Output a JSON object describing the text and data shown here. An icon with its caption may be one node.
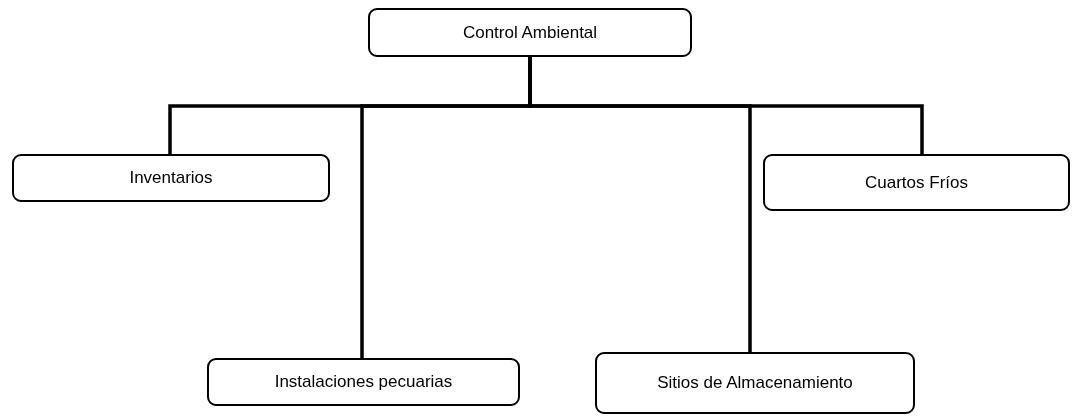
{
  "diagram": {
    "nodes": [
      {
        "text": [
          "Control Ambiental"
        ]
      },
      {
        "text": [
          "Inventarios"
        ]
      },
      {
        "text": [
          "Instalaciones pecuarias"
        ]
      },
      {
        "text": [
          "Sitios de Almacenamiento"
        ]
      },
      {
        "text": [
          "Cuartos Fríos"
        ]
      }
    ],
    "edges": [
      {
        "from": 0,
        "to": 1,
        "arrow": "none"
      },
      {
        "from": 0,
        "to": 2,
        "arrow": "none"
      },
      {
        "from": 0,
        "to": 3,
        "arrow": "none"
      },
      {
        "from": 0,
        "to": 4,
        "arrow": "none"
      }
    ]
  }
}
